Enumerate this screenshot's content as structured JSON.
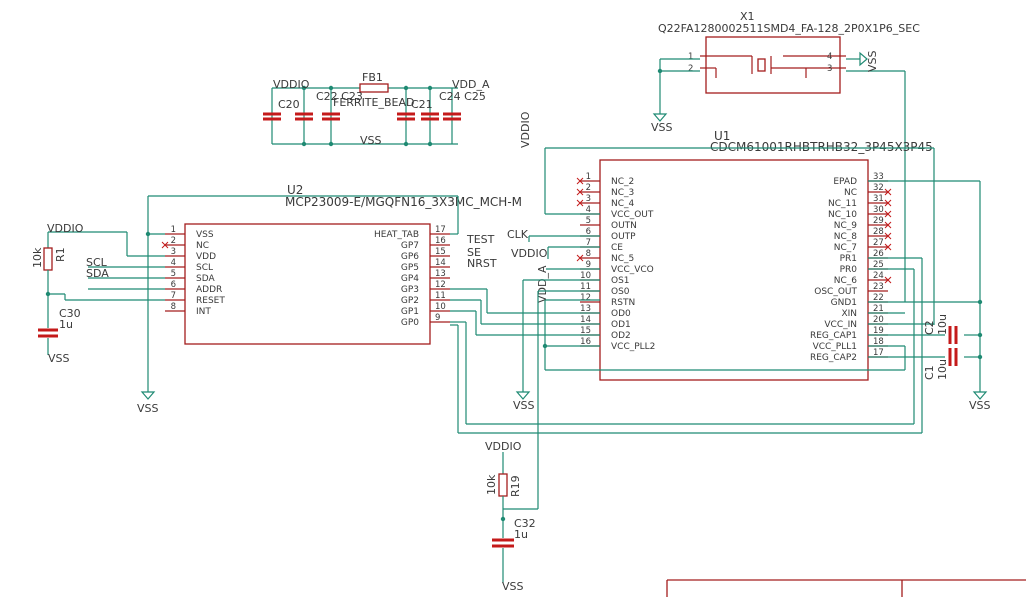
{
  "power": {
    "vddio": "VDDIO",
    "vdd_a": "VDD_A",
    "vss": "VSS"
  },
  "filter": {
    "fb1": "FB1",
    "ferrite": "FERRITE_BEAD",
    "c20": "C20",
    "c22c23": "C22 C23",
    "c21": "C21",
    "c24c25": "C24 C25"
  },
  "crystal": {
    "ref": "X1",
    "value": "Q22FA1280002511SMD4_FA-128_2P0X1P6_SEC",
    "pins": [
      "1",
      "2",
      "3",
      "4"
    ]
  },
  "u2": {
    "ref": "U2",
    "value": "MCP23009-E/MGQFN16_3X3MC_MCH-M",
    "left_pins": [
      {
        "num": "1",
        "name": "VSS"
      },
      {
        "num": "2",
        "name": "NC"
      },
      {
        "num": "3",
        "name": "VDD"
      },
      {
        "num": "4",
        "name": "SCL"
      },
      {
        "num": "5",
        "name": "SDA"
      },
      {
        "num": "6",
        "name": "ADDR"
      },
      {
        "num": "7",
        "name": "RESET"
      },
      {
        "num": "8",
        "name": "INT"
      }
    ],
    "right_pins": [
      {
        "num": "17",
        "name": "HEAT_TAB"
      },
      {
        "num": "16",
        "name": "GP7"
      },
      {
        "num": "15",
        "name": "GP6"
      },
      {
        "num": "14",
        "name": "GP5"
      },
      {
        "num": "13",
        "name": "GP4"
      },
      {
        "num": "12",
        "name": "GP3"
      },
      {
        "num": "11",
        "name": "GP2"
      },
      {
        "num": "10",
        "name": "GP1"
      },
      {
        "num": "9",
        "name": "GP0"
      }
    ]
  },
  "u1": {
    "ref": "U1",
    "value": "CDCM61001RHBTRHB32_3P45X3P45",
    "left_pins": [
      {
        "num": "1",
        "name": "NC_2"
      },
      {
        "num": "2",
        "name": "NC_3"
      },
      {
        "num": "3",
        "name": "NC_4"
      },
      {
        "num": "4",
        "name": "VCC_OUT"
      },
      {
        "num": "5",
        "name": "OUTN"
      },
      {
        "num": "6",
        "name": "OUTP"
      },
      {
        "num": "7",
        "name": "CE"
      },
      {
        "num": "8",
        "name": "NC_5"
      },
      {
        "num": "9",
        "name": "VCC_VCO"
      },
      {
        "num": "10",
        "name": "OS1"
      },
      {
        "num": "11",
        "name": "OS0"
      },
      {
        "num": "12",
        "name": "RSTN"
      },
      {
        "num": "13",
        "name": "OD0"
      },
      {
        "num": "14",
        "name": "OD1"
      },
      {
        "num": "15",
        "name": "OD2"
      },
      {
        "num": "16",
        "name": "VCC_PLL2"
      }
    ],
    "right_pins": [
      {
        "num": "33",
        "name": "EPAD"
      },
      {
        "num": "32",
        "name": "NC"
      },
      {
        "num": "31",
        "name": "NC_11"
      },
      {
        "num": "30",
        "name": "NC_10"
      },
      {
        "num": "29",
        "name": "NC_9"
      },
      {
        "num": "28",
        "name": "NC_8"
      },
      {
        "num": "27",
        "name": "NC_7"
      },
      {
        "num": "26",
        "name": "PR1"
      },
      {
        "num": "25",
        "name": "PR0"
      },
      {
        "num": "24",
        "name": "NC_6"
      },
      {
        "num": "23",
        "name": "OSC_OUT"
      },
      {
        "num": "22",
        "name": "GND1"
      },
      {
        "num": "21",
        "name": "XIN"
      },
      {
        "num": "20",
        "name": "VCC_IN"
      },
      {
        "num": "19",
        "name": "REG_CAP1"
      },
      {
        "num": "18",
        "name": "VCC_PLL1"
      },
      {
        "num": "17",
        "name": "REG_CAP2"
      }
    ]
  },
  "nets": {
    "scl": "SCL",
    "sda": "SDA",
    "clk": "CLK",
    "test": "TEST",
    "se": "SE",
    "nrst": "NRST"
  },
  "parts": {
    "r1": "R1",
    "r1_val": "10k",
    "c30": "C30",
    "c30_val": "1u",
    "r19": "R19",
    "r19_val": "10k",
    "c32": "C32",
    "c32_val": "1u",
    "c1": "C1",
    "c1_val": "10u",
    "c2": "C2",
    "c2_val": "10u"
  }
}
